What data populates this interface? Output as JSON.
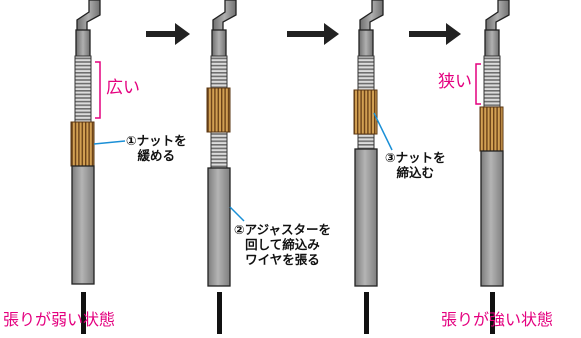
{
  "labels": {
    "wide": "広い",
    "narrow": "狭い",
    "step1_line1": "①ナットを",
    "step1_line2": "緩める",
    "step2_line1": "②アジャスターを",
    "step2_line2": "回して締込み",
    "step2_line3": "ワイヤを張る",
    "step3_line1": "③ナットを",
    "step3_line2": "締込む",
    "state_weak": "張りが弱い状態",
    "state_strong": "張りが強い状態"
  },
  "colors": {
    "accent": "#e4007f",
    "leader": "#1a8fd6",
    "nut": "#c8913f",
    "tube": "#9a9a9a",
    "arrow": "#222222"
  }
}
